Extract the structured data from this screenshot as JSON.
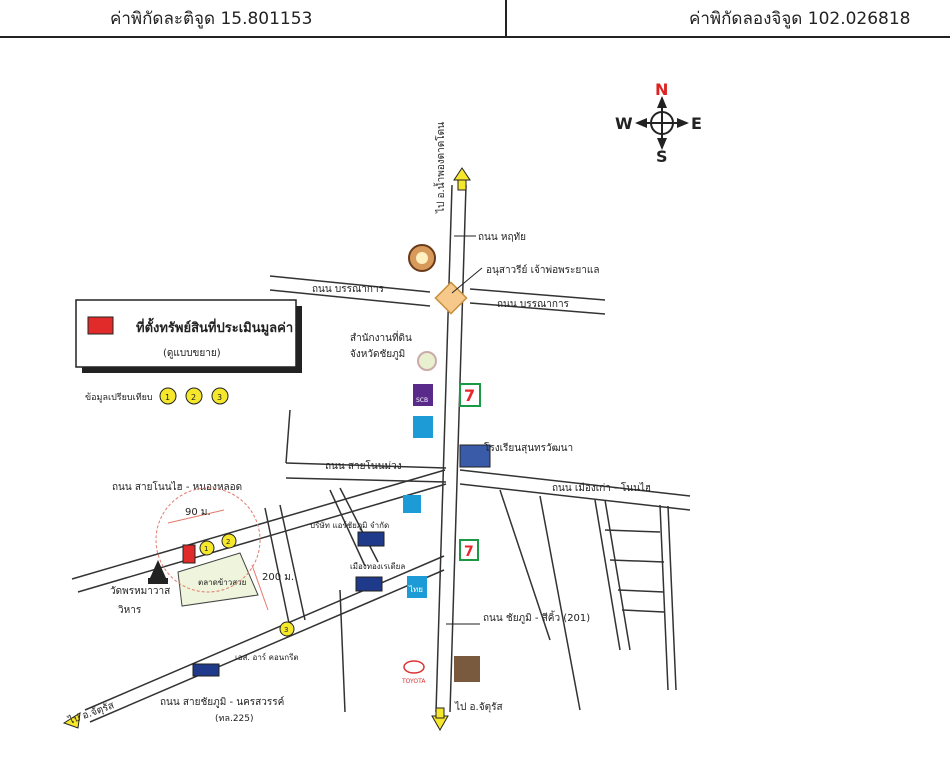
{
  "header": {
    "latitude_label": "ค่าพิกัดละติจูด 15.801153",
    "longitude_label": "ค่าพิกัดลองจิจูด 102.026818"
  },
  "compass": {
    "n": "N",
    "s": "S",
    "e": "E",
    "w": "W"
  },
  "legend": {
    "title": "ที่ตั้งทรัพย์สินที่ประเมินมูลค่า",
    "subtitle": "(ดูแบบขยาย)",
    "comparables_label": "ข้อมูลเปรียบเทียบ",
    "markers": [
      "1",
      "2",
      "3"
    ]
  },
  "roads": {
    "north_to": "ไป อ.น้ำพองดาดโดน",
    "hatthai": "ถนน หฤทัย",
    "bannakan_left": "ถนน บรรณาการ",
    "bannakan_right": "ถนน บรรณาการ",
    "sai_non_muang": "ถนน สายโนนม่วง",
    "muang_kao": "ถนน เมืองเก่า - โนนไฮ",
    "non_hai_nong_lot": "ถนน สายโนนไฮ - หนองหลอด",
    "chaiyaphum_sikhio": "ถนน ชัยภูมิ - สีคิ้ว (201)",
    "chaiyaphum_nakhonsawan": "ถนน สายชัยภูมิ - นครสวรรค์",
    "route_225": "(ทล.225)",
    "to_chatturat_south": "ไป อ.จัตุรัส",
    "to_chatturat_west": "ไป อ.จัตุรัส"
  },
  "places": {
    "monument": "อนุสาวรีย์ เจ้าพ่อพระยาแล",
    "land_office_1": "สำนักงานที่ดิน",
    "land_office_2": "จังหวัดชัยภูมิ",
    "school": "โรงเรียนสุนทรวัฒนา",
    "company_1": "บริษัท แอร์ชัยภูมิ จำกัด",
    "company_2": "เมืองทองเรเดียล",
    "company_3": "เอส. อาร์ คอนกรีต",
    "temple_1": "วัดพรหมาวาส",
    "temple_2": "วิหาร",
    "market": "ตลาดข้าวสวย",
    "toyota": "TOYOTA",
    "scb": "SCB",
    "seven_eleven": "7",
    "thai_bank": "ไทย"
  },
  "distances": {
    "d1": "90 ม.",
    "d2": "200 ม."
  },
  "colors": {
    "property": "#e12b2b",
    "marker": "#f5e72b",
    "arrow": "#f5e72b",
    "monument": "#f6c98a",
    "scb": "#5a2a8a",
    "krungthai": "#1d9bd7",
    "seven_green": "#1a9a45",
    "seven_red": "#e8262b",
    "park": "#eef5dc",
    "road": "#333333",
    "circle": "#e37a6b"
  }
}
